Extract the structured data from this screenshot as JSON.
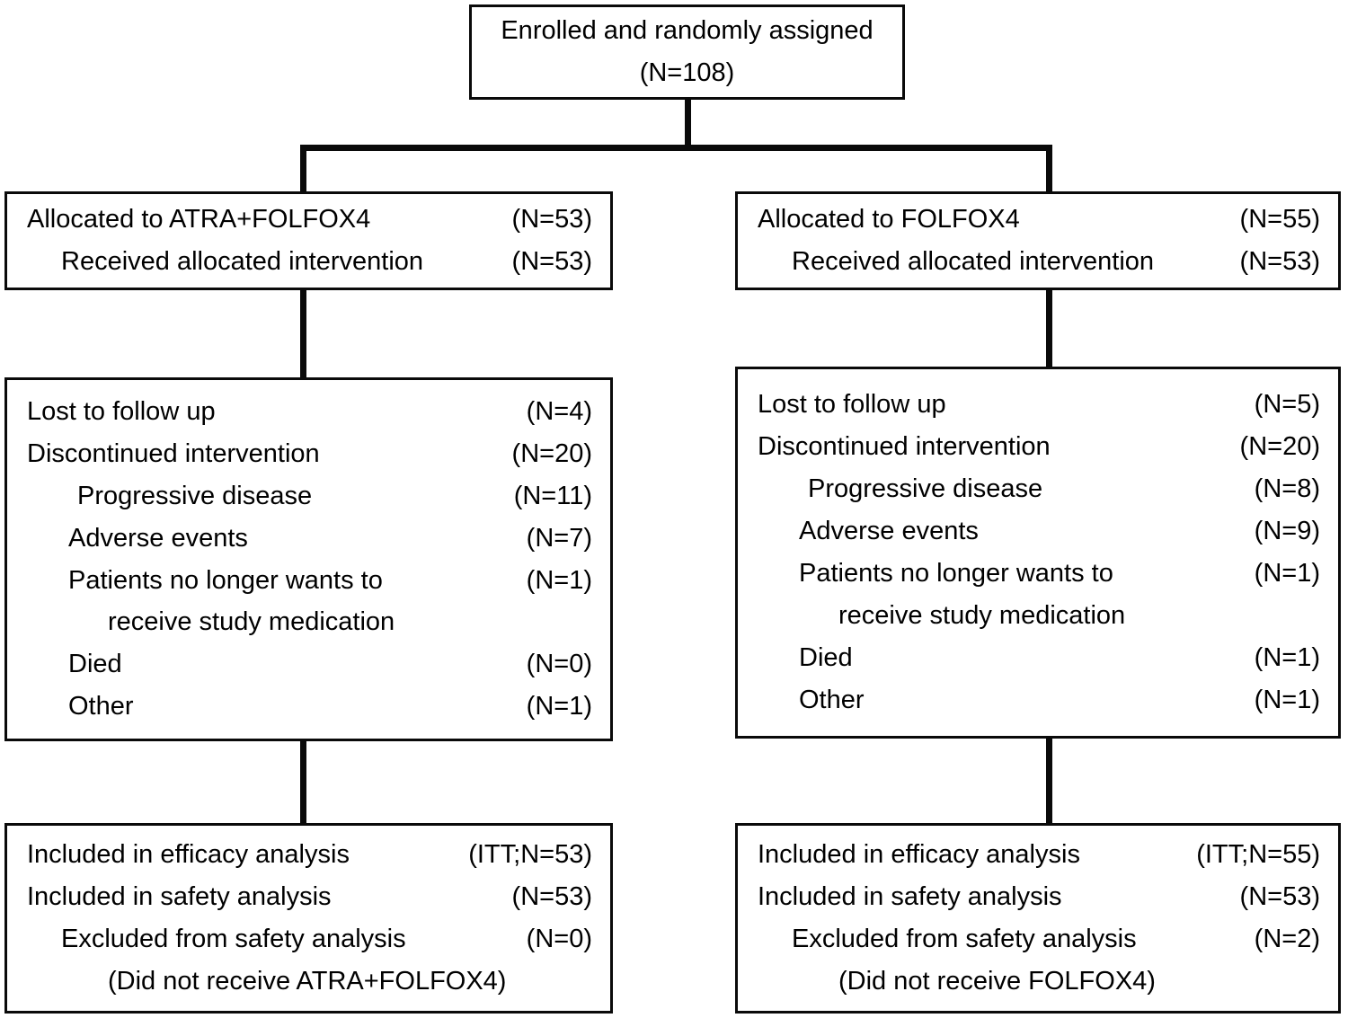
{
  "diagram": {
    "type": "consort-flow-diagram",
    "title": "Enrolled and randomly assigned",
    "total_enrolled": "(N=108)",
    "arms": [
      "ATRA+FOLFOX4",
      "FOLFOX4"
    ]
  },
  "enrollment": {
    "line1": "Enrolled and randomly assigned",
    "line2": "(N=108)"
  },
  "allocation_left": {
    "rows": [
      {
        "label": "Allocated to ATRA+FOLFOX4",
        "count": "(N=53)"
      },
      {
        "label": "Received allocated intervention",
        "count": "(N=53)"
      }
    ]
  },
  "allocation_right": {
    "rows": [
      {
        "label": "Allocated to FOLFOX4",
        "count": "(N=55)"
      },
      {
        "label": "Received allocated intervention",
        "count": "(N=53)"
      }
    ]
  },
  "followup_left": {
    "rows": [
      {
        "label": "Lost to follow up",
        "count": "(N=4)"
      },
      {
        "label": "Discontinued intervention",
        "count": "(N=20)"
      },
      {
        "label": "Progressive disease",
        "count": "(N=11)"
      },
      {
        "label": "Adverse events",
        "count": "(N=7)"
      },
      {
        "label": "Patients no longer wants to",
        "count": "(N=1)"
      },
      {
        "label": "receive study medication",
        "count": ""
      },
      {
        "label": "Died",
        "count": "(N=0)"
      },
      {
        "label": "Other",
        "count": "(N=1)"
      }
    ]
  },
  "followup_right": {
    "rows": [
      {
        "label": "Lost to follow up",
        "count": "(N=5)"
      },
      {
        "label": "Discontinued intervention",
        "count": "(N=20)"
      },
      {
        "label": "Progressive disease",
        "count": "(N=8)"
      },
      {
        "label": "Adverse events",
        "count": "(N=9)"
      },
      {
        "label": "Patients no longer wants to",
        "count": "(N=1)"
      },
      {
        "label": "receive study medication",
        "count": ""
      },
      {
        "label": "Died",
        "count": "(N=1)"
      },
      {
        "label": "Other",
        "count": "(N=1)"
      }
    ]
  },
  "analysis_left": {
    "rows": [
      {
        "label": "Included in efficacy analysis",
        "count": "(ITT;N=53)"
      },
      {
        "label": "Included in safety analysis",
        "count": "(N=53)"
      },
      {
        "label": "Excluded from safety analysis",
        "count": "(N=0)"
      },
      {
        "label": "(Did not receive ATRA+FOLFOX4)",
        "count": ""
      }
    ]
  },
  "analysis_right": {
    "rows": [
      {
        "label": "Included in efficacy analysis",
        "count": "(ITT;N=55)"
      },
      {
        "label": "Included in safety analysis",
        "count": "(N=53)"
      },
      {
        "label": "Excluded from safety analysis",
        "count": "(N=2)"
      },
      {
        "label": "(Did not receive FOLFOX4)",
        "count": ""
      }
    ]
  },
  "colors": {
    "stroke": "#0a0a0a",
    "background": "#ffffff",
    "text": "#000000"
  }
}
